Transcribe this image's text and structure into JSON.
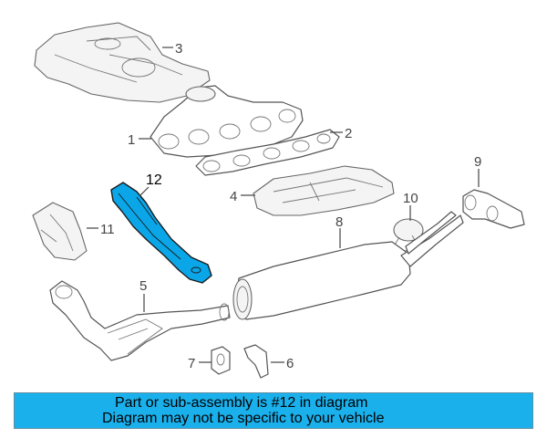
{
  "callouts": {
    "p1": "1",
    "p2": "2",
    "p3": "3",
    "p4": "4",
    "p5": "5",
    "p6": "6",
    "p7": "7",
    "p8": "8",
    "p9": "9",
    "p10": "10",
    "p11": "11",
    "p12": "12"
  },
  "highlight_color": "#0aa6e8",
  "banner": {
    "line1": "Part or sub-assembly is #12 in diagram",
    "line2": "Diagram may not be specific to your vehicle",
    "background": "#1ab0ec"
  }
}
